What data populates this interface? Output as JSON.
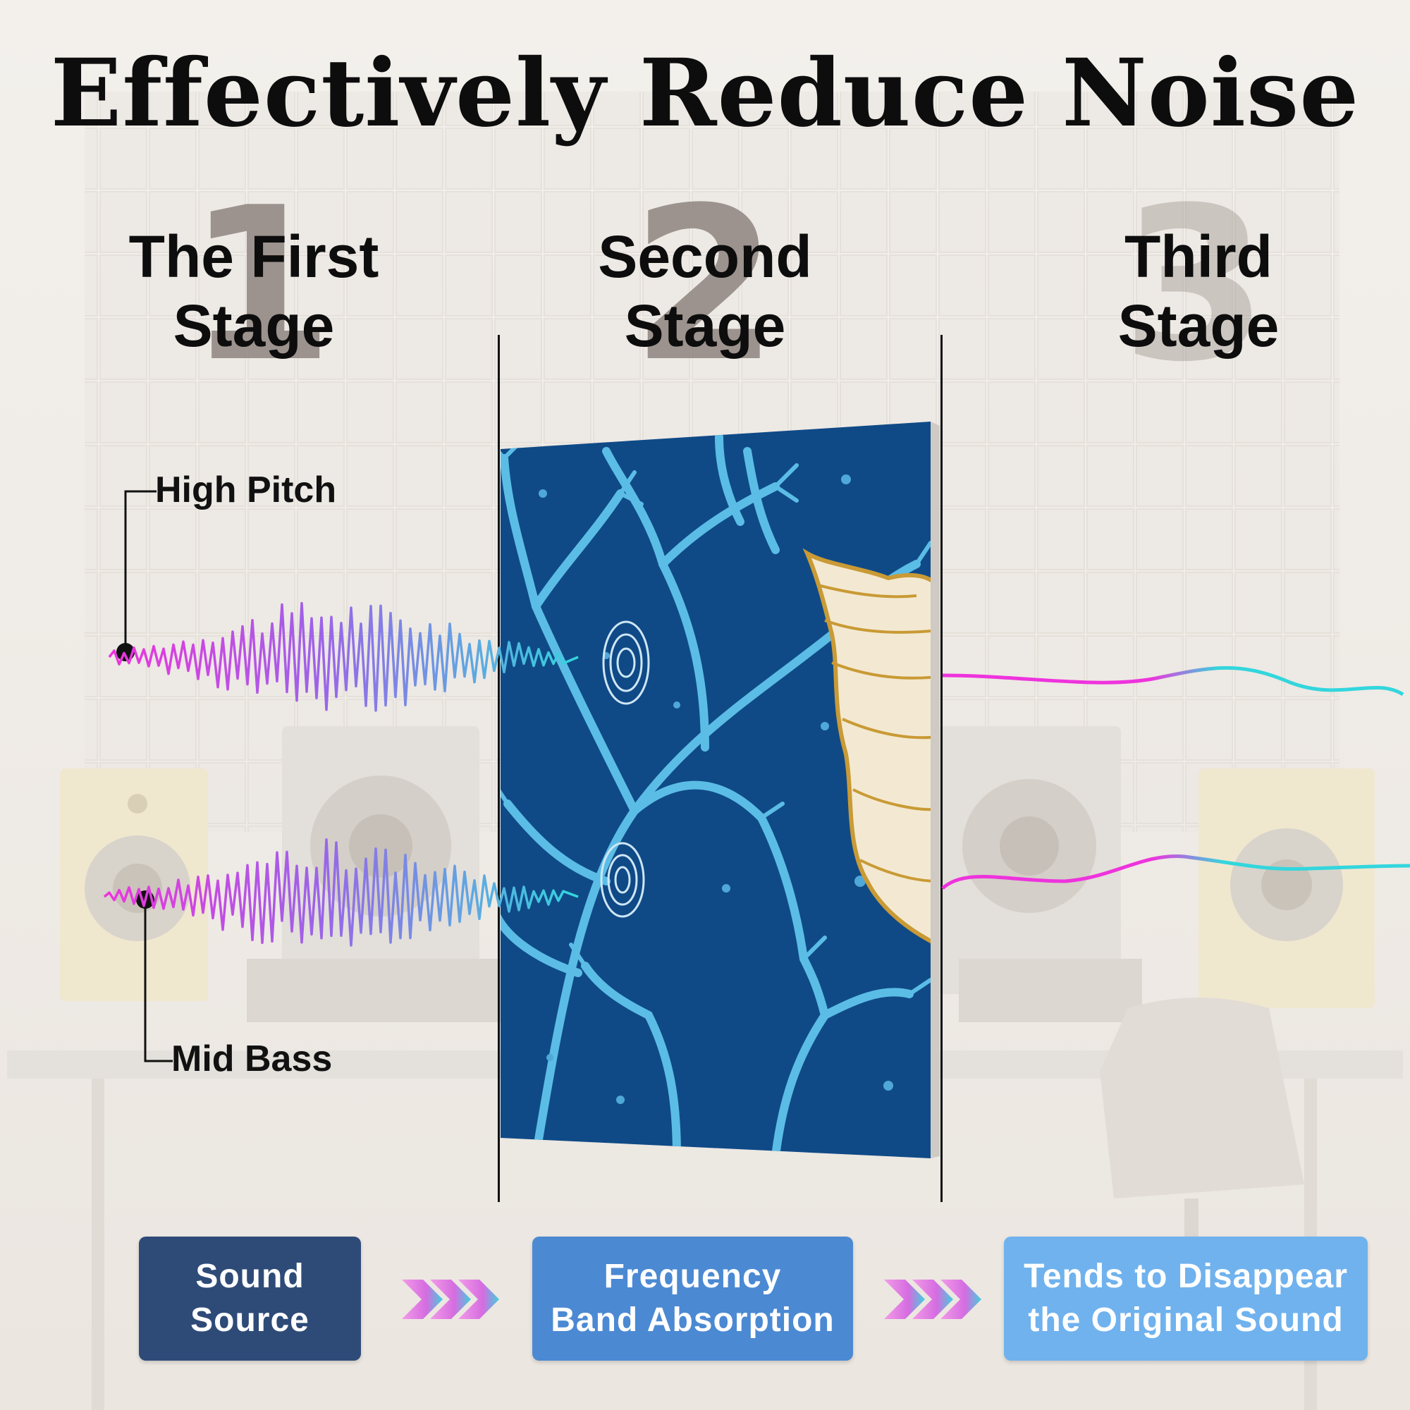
{
  "title": "Effectively Reduce Noise",
  "stages": [
    {
      "number": "1",
      "line1": "The First",
      "line2": "Stage"
    },
    {
      "number": "2",
      "line1": "Second",
      "line2": "Stage"
    },
    {
      "number": "3",
      "line1": "Third",
      "line2": "Stage"
    }
  ],
  "labels": {
    "high_pitch": "High Pitch",
    "mid_bass": "Mid Bass"
  },
  "boxes": [
    {
      "line1": "Sound",
      "line2": "Source",
      "color": "#2e4b78"
    },
    {
      "line1": "Frequency",
      "line2": "Band Absorption",
      "color": "#4b89d3"
    },
    {
      "line1": "Tends to Disappear",
      "line2": "the Original Sound",
      "color": "#6fb2ee"
    }
  ],
  "colors": {
    "wave_start": "#ee33dd",
    "wave_end": "#33d6dd",
    "panel_bg": "#0f4a87",
    "coral": "#5bbde6",
    "shell": "#f3e9d2",
    "shell_line": "#c99a35"
  },
  "icons": [
    "chevron-arrows-icon",
    "chevron-arrows-icon"
  ]
}
